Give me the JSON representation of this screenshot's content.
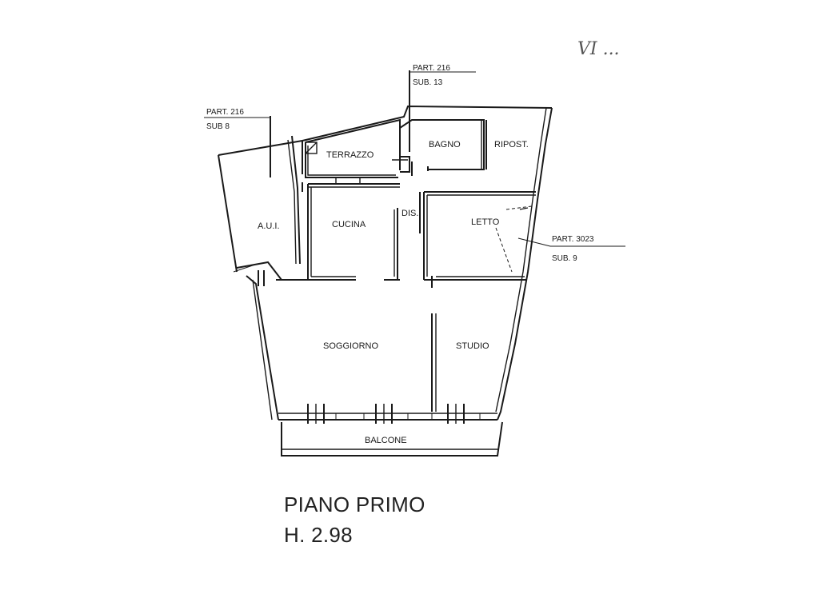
{
  "handwriting": "VI ...",
  "references": {
    "sub13": {
      "part": "PART. 216",
      "sub": "SUB. 13"
    },
    "sub8": {
      "part": "PART. 216",
      "sub": "SUB 8"
    },
    "sub9": {
      "part": "PART. 3023",
      "sub": "SUB. 9"
    }
  },
  "rooms": {
    "terrazzo": "TERRAZZO",
    "bagno": "BAGNO",
    "ripost": "RIPOST.",
    "aui": "A.U.I.",
    "cucina": "CUCINA",
    "dis": "DIS.",
    "letto": "LETTO",
    "soggiorno": "SOGGIORNO",
    "studio": "STUDIO",
    "balcone": "BALCONE"
  },
  "title": {
    "floor": "PIANO PRIMO",
    "height": "H. 2.98"
  }
}
